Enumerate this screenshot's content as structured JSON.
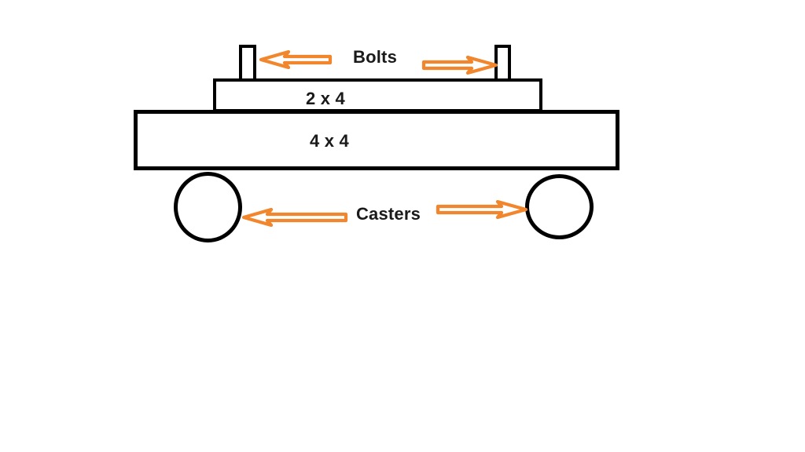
{
  "diagram": {
    "title": "cart-assembly-diagram",
    "labels": {
      "bolts": "Bolts",
      "top_board": "2 x 4",
      "bottom_board": "4 x 4",
      "casters": "Casters"
    },
    "colors": {
      "arrow_orange": "#F2862C",
      "outline_black": "#000000",
      "background": "#FFFFFF"
    },
    "parts": [
      {
        "name": "bolt-left",
        "type": "bolt"
      },
      {
        "name": "bolt-right",
        "type": "bolt"
      },
      {
        "name": "board-2x4",
        "type": "board",
        "label": "2 x 4"
      },
      {
        "name": "board-4x4",
        "type": "board",
        "label": "4 x 4"
      },
      {
        "name": "caster-left",
        "type": "caster"
      },
      {
        "name": "caster-right",
        "type": "caster"
      }
    ]
  }
}
